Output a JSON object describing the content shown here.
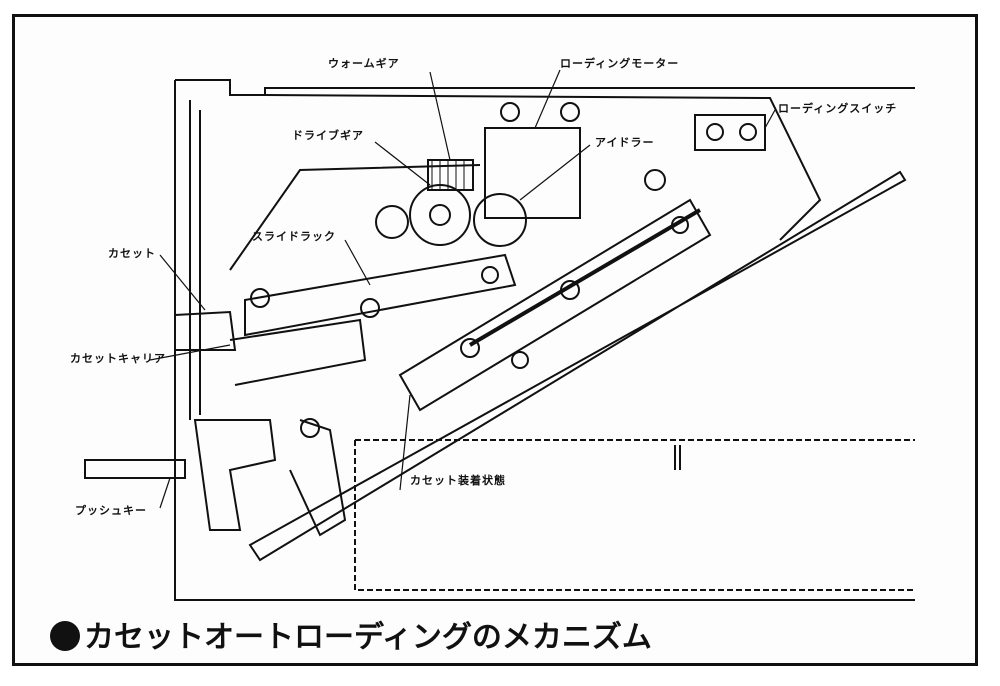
{
  "labels": {
    "worm_gear": "ウォームギア",
    "loading_motor": "ローディングモーター",
    "loading_switch": "ローディングスイッチ",
    "drive_gear": "ドライブギア",
    "idler": "アイドラー",
    "slide_rack": "スライドラック",
    "cassette": "カセット",
    "cassette_carrier": "カセットキャリア",
    "cassette_loaded_state": "カセット装着状態",
    "push_key": "プッシュキー"
  },
  "caption": "カセットオートローディングのメカニズム"
}
